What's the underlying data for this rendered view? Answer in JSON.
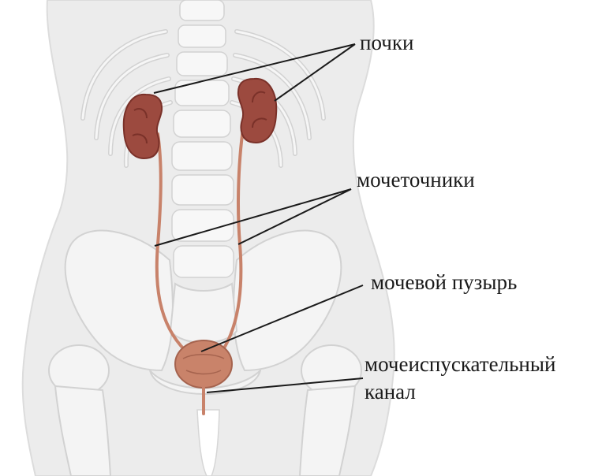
{
  "labels": {
    "kidneys": "почки",
    "ureters": "мочеточники",
    "bladder": "мочевой пузырь",
    "urethra_line1": "мочеиспускательный",
    "urethra_line2": "канал"
  },
  "colors": {
    "body_fill": "#ececec",
    "body_outline": "#dcdcdc",
    "bone_fill": "#f7f7f7",
    "bone_outline": "#d2d2d2",
    "kidney": "#9c4a3f",
    "kidney_dark": "#7a3129",
    "ureter": "#c8826a",
    "bladder": "#c9836a",
    "leader_line": "#1a1a1a",
    "text": "#1a1a1a"
  }
}
